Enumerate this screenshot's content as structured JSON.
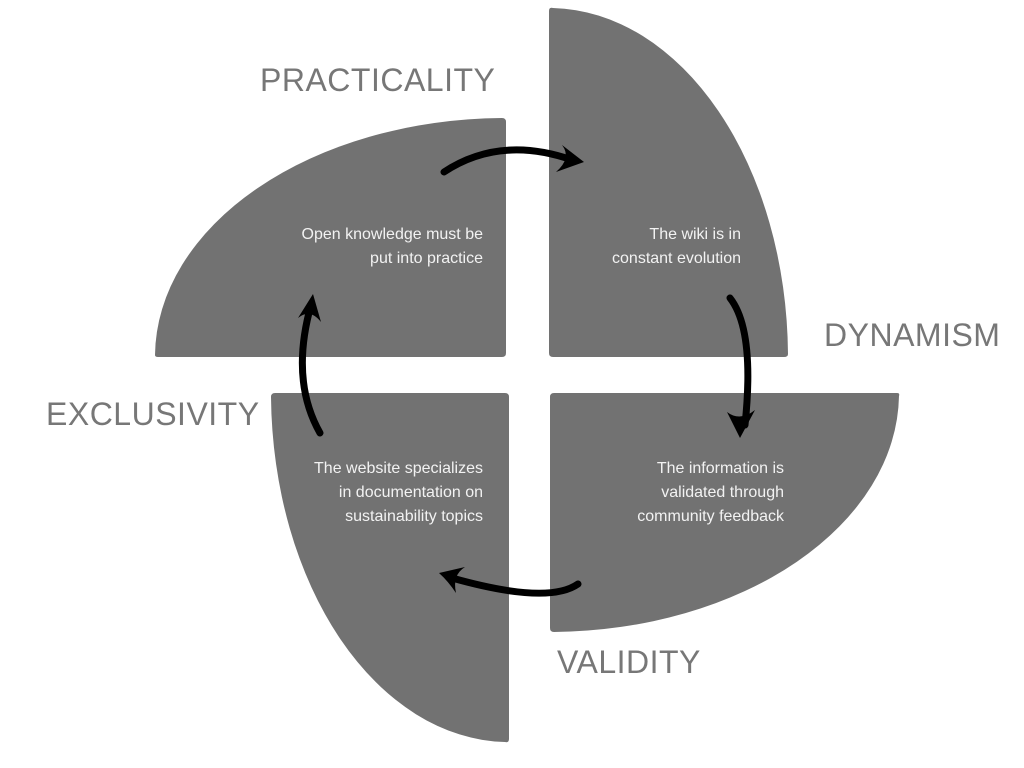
{
  "diagram": {
    "title": "",
    "quadrants": [
      {
        "id": "practicality",
        "label": "PRACTICALITY",
        "lines": [
          "Open knowledge must be",
          "put into practice"
        ]
      },
      {
        "id": "dynamism",
        "label": "DYNAMISM",
        "lines": [
          "The wiki is in",
          "constant evolution"
        ]
      },
      {
        "id": "validity",
        "label": "VALIDITY",
        "lines": [
          "The information is",
          "validated through",
          "community feedback"
        ]
      },
      {
        "id": "exclusivity",
        "label": "EXCLUSIVITY",
        "lines": [
          "The website specializes",
          "in documentation on",
          "sustainability topics"
        ]
      }
    ],
    "cycle_direction": "clockwise",
    "colors": {
      "quadrant_fill": "#727272",
      "label_text": "#777777",
      "description_text": "#f2f2f2",
      "arrow": "#000000"
    }
  }
}
